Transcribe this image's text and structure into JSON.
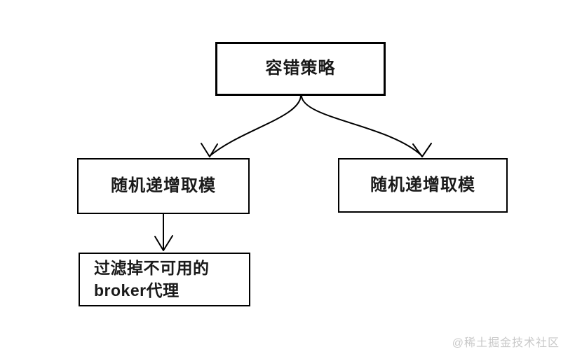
{
  "diagram": {
    "background_color": "#ffffff",
    "line_color": "#000000",
    "text_color": "#1a1a1a",
    "nodes": {
      "root": {
        "id": "fault-strategy",
        "label": "容错策略"
      },
      "left": {
        "id": "random-increment-mod-left",
        "label": "随机递增取模"
      },
      "right": {
        "id": "random-increment-mod-right",
        "label": "随机递增取模"
      },
      "filter": {
        "id": "filter-unavailable-brokers",
        "label_line1": "过滤掉不可用的",
        "label_line2": "broker代理"
      }
    },
    "edges": [
      {
        "from": "fault-strategy",
        "to": "random-increment-mod-left"
      },
      {
        "from": "fault-strategy",
        "to": "random-increment-mod-right"
      },
      {
        "from": "random-increment-mod-left",
        "to": "filter-unavailable-brokers"
      }
    ]
  },
  "watermark": {
    "text": "@稀土掘金技术社区",
    "color": "#c9c9c9"
  }
}
